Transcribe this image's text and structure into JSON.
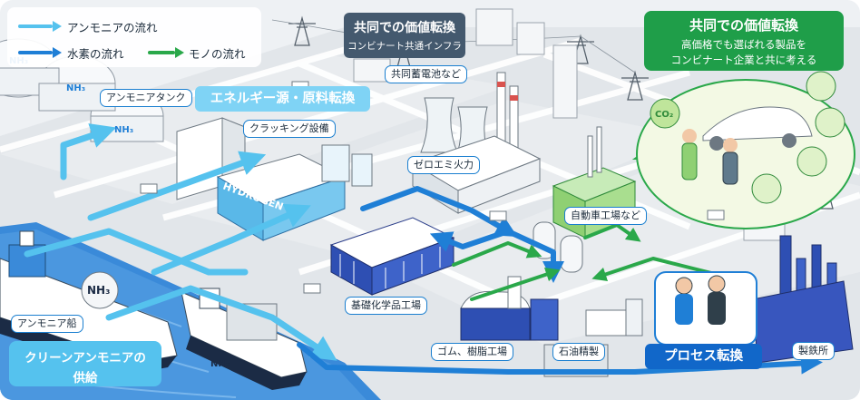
{
  "legend": {
    "ammonia_flow": "アンモニアの流れ",
    "hydrogen_flow": "水素の流れ",
    "goods_flow": "モノの流れ"
  },
  "callouts": {
    "value_infra_title": "共同での価値転換",
    "value_infra_sub": "コンビナート共通インフラ",
    "value_product_title": "共同での価値転換",
    "value_product_sub1": "高価格でも選ばれる製品を",
    "value_product_sub2": "コンビナート企業と共に考える",
    "energy_conversion": "エネルギー源・原料転換",
    "process_conversion": "プロセス転換",
    "clean_ammonia_line1": "クリーンアンモニアの",
    "clean_ammonia_line2": "供給"
  },
  "labels": {
    "ammonia_tank": "アンモニアタンク",
    "cracking": "クラッキング設備",
    "battery": "共同蓄電池など",
    "zero_emission": "ゼロエミ火力",
    "auto_factory": "自動車工場など",
    "basic_chem": "基礎化学品工場",
    "rubber_resin": "ゴム、樹脂工場",
    "oil_refining": "石油精製",
    "steel": "製鉄所",
    "ammonia_ship": "アンモニア船"
  },
  "marks": {
    "nh3": "NH₃",
    "co2": "CO₂",
    "hydrogen_sign": "HYDROGEN"
  },
  "colors": {
    "ammonia": "#55c2ee",
    "hydrogen": "#1f7fd6",
    "goods": "#2aa84a",
    "dark_callout": "#44596e",
    "green_callout": "#1f9e49",
    "energy_label": "#7fd3f5",
    "process_label": "#1167c9",
    "sea": "#2f7fd6"
  }
}
